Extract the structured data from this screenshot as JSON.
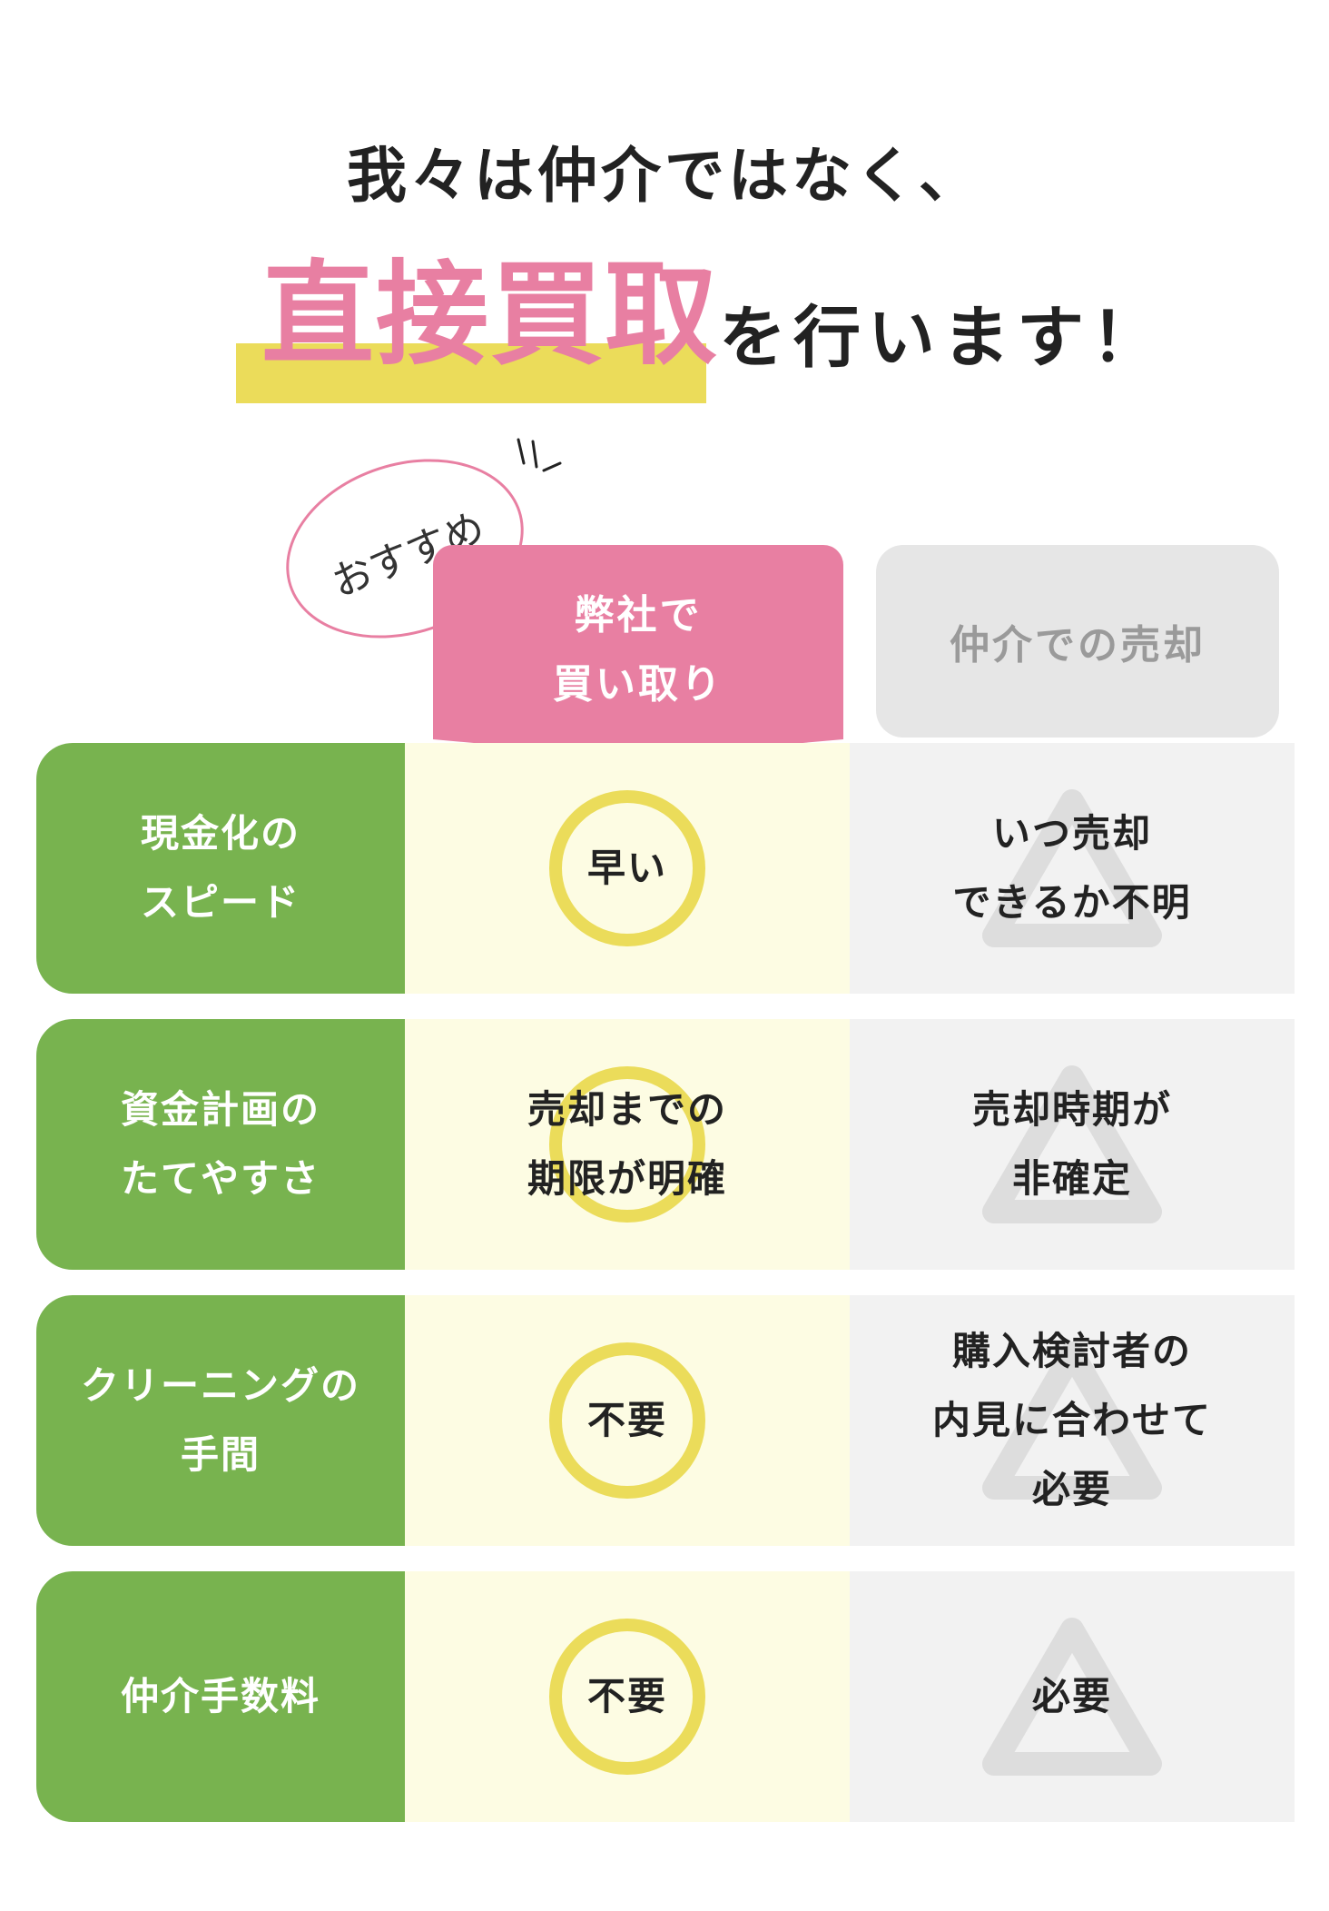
{
  "headline": {
    "line1": "我々は仲介ではなく、",
    "highlight": "直接買取",
    "line2_rest": "を行います！"
  },
  "badge": {
    "label": "おすすめ"
  },
  "columns": {
    "us": "弊社で\n買い取り",
    "agent": "仲介での売却"
  },
  "rows": [
    {
      "label": "現金化の\nスピード",
      "us": "早い",
      "agent": "いつ売却\nできるか不明",
      "us_mark": "circle",
      "agent_mark": "triangle"
    },
    {
      "label": "資金計画の\nたてやすさ",
      "us": "売却までの\n期限が明確",
      "agent": "売却時期が\n非確定",
      "us_mark": "circle",
      "agent_mark": "triangle"
    },
    {
      "label": "クリーニングの\n手間",
      "us": "不要",
      "agent": "購入検討者の\n内見に合わせて\n必要",
      "us_mark": "circle",
      "agent_mark": "triangle"
    },
    {
      "label": "仲介手数料",
      "us": "不要",
      "agent": "必要",
      "us_mark": "circle",
      "agent_mark": "triangle"
    }
  ],
  "colors": {
    "pink": "#e87fa2",
    "yellow": "#ebdc5a",
    "green": "#78b34f",
    "cream": "#fdfce3",
    "gray": "#f2f2f2",
    "header_gray": "#e6e6e6"
  }
}
